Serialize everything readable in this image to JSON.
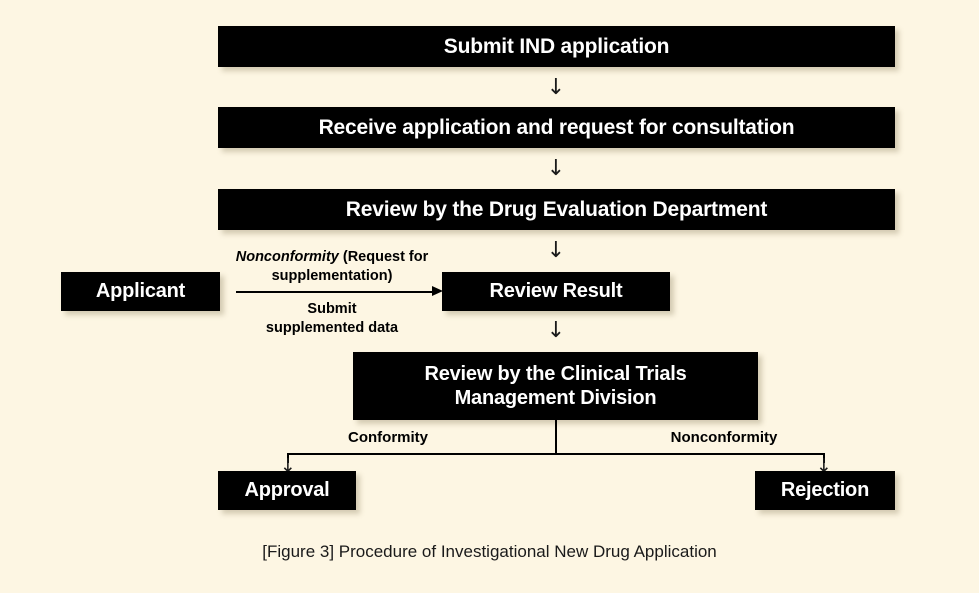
{
  "figure": {
    "caption": "[Figure 3] Procedure of Investigational New Drug Application",
    "background_color": "#fdf6e3",
    "node_fill_color": "#000000",
    "node_text_color": "#ffffff",
    "connector_color": "#000000"
  },
  "nodes": {
    "submit_ind": "Submit IND application",
    "receive_application": "Receive application and request for consultation",
    "review_drug_evaluation": "Review by the Drug Evaluation Department",
    "applicant": "Applicant",
    "review_result": "Review Result",
    "clinical_line1": "Review by the Clinical Trials",
    "clinical_line2": "Management Division",
    "approval": "Approval",
    "rejection": "Rejection"
  },
  "connectors": {
    "down_arrow_glyph": "↓",
    "supplementation_label_emphasis": "Nonconformity",
    "supplementation_label_rest": " (Request for supplementation)",
    "submit_supplemented_line1": "Submit",
    "submit_supplemented_line2": "supplemented data",
    "branch_left_label": "Conformity",
    "branch_right_label": "Nonconformity"
  },
  "flow": {
    "type": "flowchart",
    "steps": [
      {
        "id": "submit_ind",
        "label": "Submit IND application",
        "next": "receive_application"
      },
      {
        "id": "receive_application",
        "label": "Receive application and request for consultation",
        "next": "review_drug_evaluation"
      },
      {
        "id": "review_drug_evaluation",
        "label": "Review by the Drug Evaluation Department",
        "next": "review_result"
      },
      {
        "id": "review_result",
        "label": "Review Result",
        "next": "clinical_review"
      },
      {
        "id": "applicant",
        "label": "Applicant",
        "next": "review_result",
        "edge_label_above": "Nonconformity (Request for supplementation)",
        "edge_label_below": "Submit supplemented data"
      },
      {
        "id": "clinical_review",
        "label": "Review by the Clinical Trials Management Division",
        "branches": [
          {
            "label": "Conformity",
            "target": "approval"
          },
          {
            "label": "Nonconformity",
            "target": "rejection"
          }
        ]
      },
      {
        "id": "approval",
        "label": "Approval",
        "next": null
      },
      {
        "id": "rejection",
        "label": "Rejection",
        "next": null
      }
    ]
  }
}
